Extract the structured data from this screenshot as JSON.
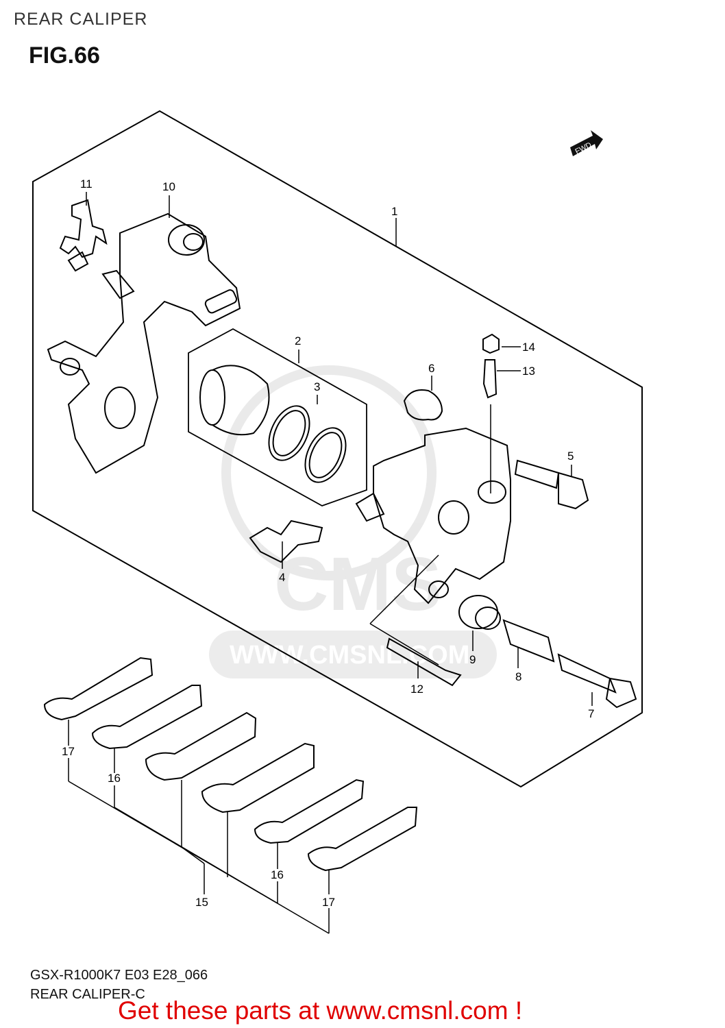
{
  "header": {
    "title": "REAR CALIPER",
    "figure": "FIG.66"
  },
  "fwd_badge": {
    "label": "FWD"
  },
  "watermark": {
    "text": "WWW.CMSNL.COM",
    "logo_text": "CMS"
  },
  "callouts": [
    "1",
    "2",
    "3",
    "4",
    "5",
    "6",
    "7",
    "8",
    "9",
    "10",
    "11",
    "12",
    "13",
    "14",
    "15",
    "16",
    "17"
  ],
  "footer": {
    "model_code": "GSX-R1000K7 E03 E28_066",
    "section": "REAR CALIPER-C",
    "promo": "Get these parts at www.cmsnl.com !",
    "promo_color": "#e00000"
  }
}
